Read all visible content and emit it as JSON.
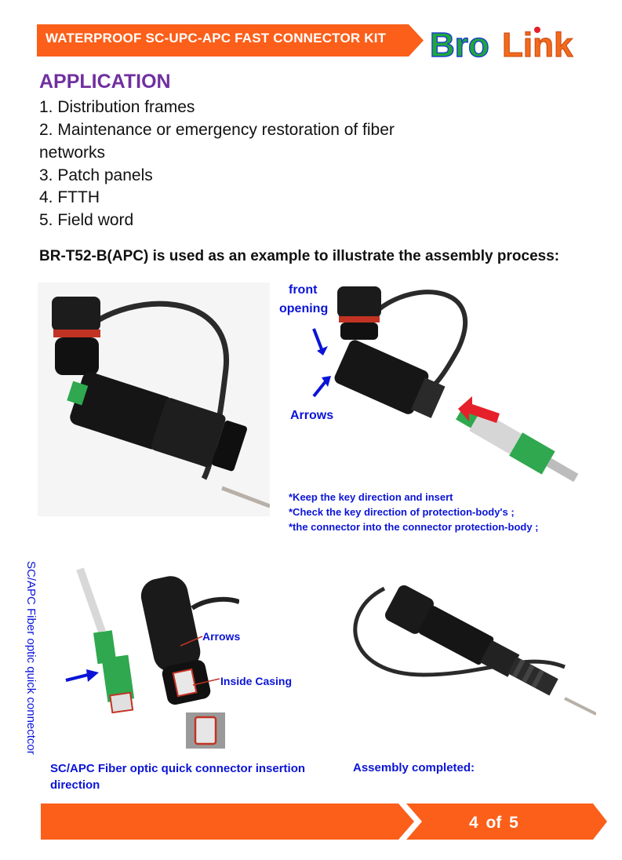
{
  "header": {
    "title": "WATERPROOF SC-UPC-APC FAST CONNECTOR KIT",
    "brand_a": "Bro",
    "brand_b": "Link"
  },
  "application": {
    "heading": "APPLICATION",
    "items": [
      "1. Distribution frames",
      "2. Maintenance or emergency restoration of fiber",
      "networks",
      "3. Patch panels",
      "4. FTTH",
      "5. Field word"
    ]
  },
  "intro": "BR-T52-B(APC) is used as an example to illustrate the assembly process:",
  "figure1": {
    "label_front": "front",
    "label_opening": "opening",
    "label_arrows": "Arrows",
    "notes": [
      "*Keep the key direction and insert",
      "*Check the key direction of protection-body's ;",
      "*the connector into the connector protection-body ;"
    ]
  },
  "figure2": {
    "vertical_label": "SC/APC Fiber optic quick connectcor",
    "label_arrows": "Arrows",
    "label_inside": "Inside Casing",
    "caption_line1": "SC/APC Fiber optic quick connector insertion",
    "caption_line2": "direction"
  },
  "figure3": {
    "caption": "Assembly completed:"
  },
  "footer": {
    "page": "4 of  5"
  },
  "colors": {
    "orange": "#fb5f1a",
    "purple": "#7030a0",
    "blue": "#0b14d6",
    "brand_green": "#1fa83a",
    "brand_blue": "#1c3fd0",
    "connector_green": "#2fa84f",
    "arrow_red": "#e5202a"
  }
}
